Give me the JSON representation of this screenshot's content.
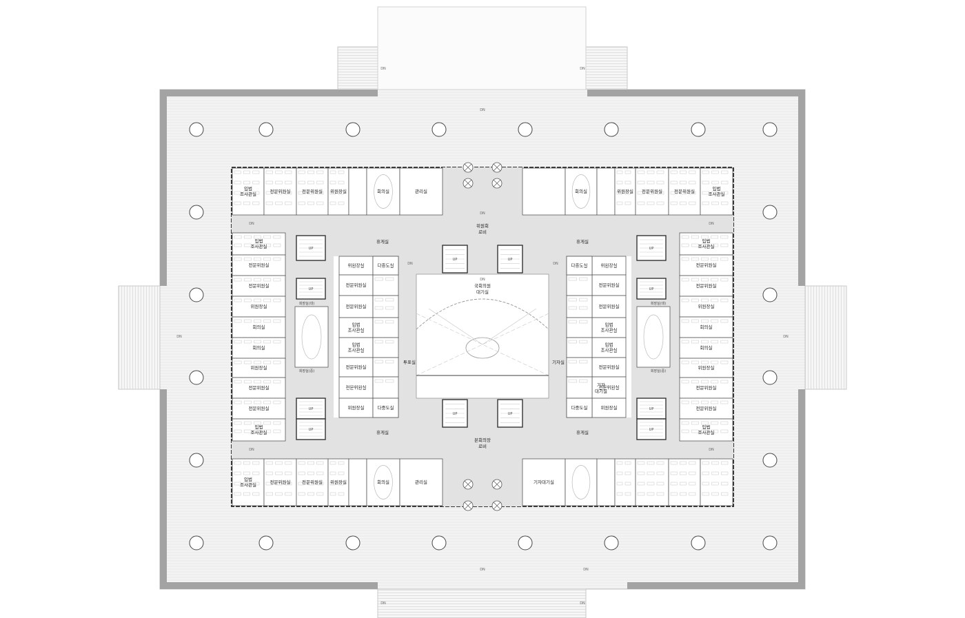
{
  "colors": {
    "background": "#ffffff",
    "terrace": "#f1f1f1",
    "parapet": "#9a9a9a",
    "corridor": "#e3e3e3",
    "room": "#ffffff",
    "line": "#555555",
    "furniture": "#c8c8c8"
  },
  "labels": {
    "committee_lobby_1": "위원회",
    "committee_lobby_2": "로비",
    "waiting_1": "국회의원",
    "waiting_2": "대기실",
    "plenary_lobby_1": "본회의장",
    "plenary_lobby_2": "로비",
    "voting": "투표실",
    "press": "기자실",
    "press_waiting": "기자대기실",
    "lounge": "휴게실",
    "chairman": "위원장실",
    "multi_library": "다중도실",
    "expert": "전문위원실",
    "legis_1": "입법",
    "legis_2": "조사관실",
    "meeting": "회의실",
    "management": "관리실",
    "press_wait_1": "기자",
    "press_wait_2": "대기실",
    "seat_large": "회장실(대)",
    "seat_medium": "회장실(중)",
    "dn": "DN",
    "up": "UP"
  }
}
